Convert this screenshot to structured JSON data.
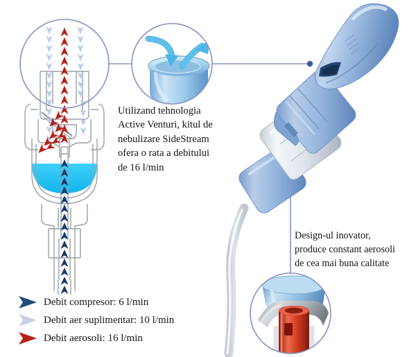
{
  "document": {
    "title": "SideStream Active Venturi nebulizer diagram",
    "background": "#ffffff",
    "language": "ro"
  },
  "colors": {
    "callout_circle_stroke": "#8593c4",
    "connector_line": "#8593c4",
    "connector_dot": "#3a5ba0",
    "liquid_cyan": "#29c5f6",
    "arrow_dark_blue": "#123a6e",
    "arrow_light_blue": "#b9cbe8",
    "arrow_red": "#b52118",
    "device_blue": "#8fb0d9",
    "device_blue_dark": "#5b83b8",
    "device_gray": "#c9cdd2",
    "outline_gray": "#9aa0a6",
    "text": "#141414",
    "cap_red": "#d2402a"
  },
  "callouts": {
    "venturi": {
      "name": "venturi-detail-circle",
      "text_lines": [
        "Utilizand tehnologia",
        "Active Venturi, kitul de",
        "nebulizare SideStream",
        "ofera o rata a debitului",
        "de 16 l/min"
      ]
    },
    "design": {
      "name": "design-detail-circle",
      "text_lines": [
        "Design-ul inovator,",
        "produce constant aerosoli",
        "de cea mai buna calitate"
      ]
    }
  },
  "legend": {
    "title": "",
    "items": [
      {
        "id": "compressor-flow",
        "label": "Debit compresor: 6 l/min",
        "color": "#1d4e79",
        "value": 6,
        "unit": "l/min"
      },
      {
        "id": "supplemental-air-flow",
        "label": "Debit aer suplimentar: 10 l/min",
        "color": "#c6d0e6",
        "value": 10,
        "unit": "l/min"
      },
      {
        "id": "aerosol-flow",
        "label": "Debit aerosoli: 16 l/min",
        "color": "#b52118",
        "value": 16,
        "unit": "l/min"
      }
    ]
  },
  "diagram": {
    "cross_section": {
      "name": "nebulizer-cross-section",
      "liquid_label": "medication reservoir",
      "flows": [
        {
          "name": "compressor-air-up",
          "color": "#123a6e",
          "direction": "up"
        },
        {
          "name": "supplemental-air-down",
          "color": "#b9cbe8",
          "direction": "down"
        },
        {
          "name": "aerosol-out",
          "color": "#b52118",
          "direction": "up-left"
        }
      ]
    },
    "venturi_inset": {
      "name": "venturi-tube-inset",
      "arrows": [
        "inflow-curved-arrow",
        "outflow-curved-arrow"
      ]
    },
    "jet_inset": {
      "name": "jet-nozzle-inset",
      "parts": [
        "blue-cap",
        "gray-baffle",
        "red-jet-nozzle"
      ]
    },
    "device": {
      "name": "sidestream-nebulizer-device",
      "parts": [
        "mouthpiece",
        "upper-blue-body",
        "clear-chamber",
        "blue-connector",
        "air-tubing"
      ]
    }
  }
}
